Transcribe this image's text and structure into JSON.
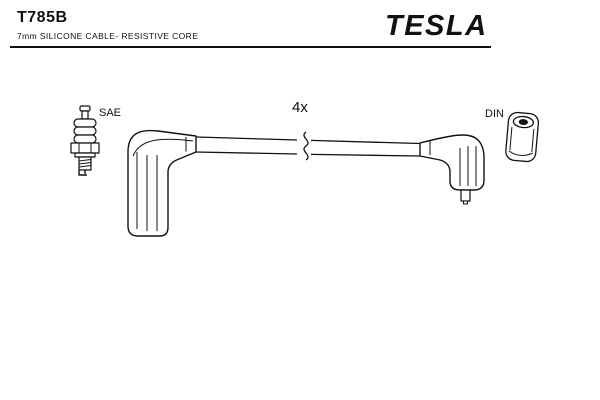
{
  "header": {
    "part_number": "T785B",
    "subtitle": "7mm SILICONE CABLE- RESISTIVE CORE",
    "brand": "TESLA"
  },
  "diagram": {
    "quantity_label": "4x",
    "plug_standard_label": "SAE",
    "terminal_standard_label": "DIN"
  },
  "colors": {
    "ink": "#111111",
    "background": "#ffffff"
  }
}
